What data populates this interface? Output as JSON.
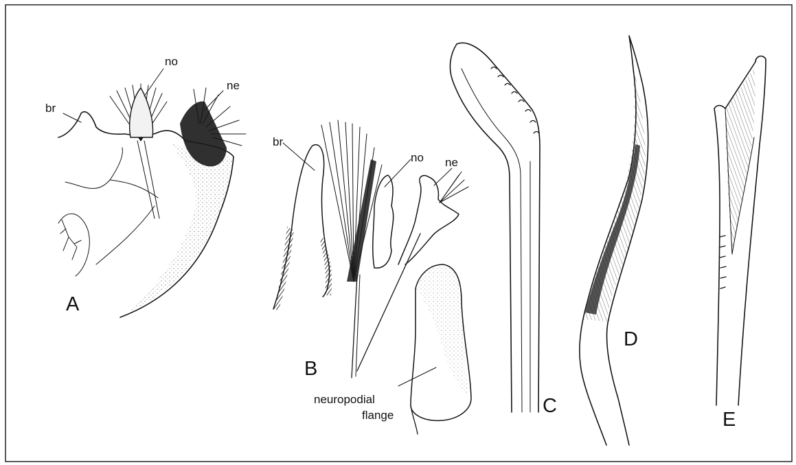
{
  "figure": {
    "panels": [
      {
        "letter": "A",
        "labels": {
          "br": "br",
          "no": "no",
          "ne": "ne"
        }
      },
      {
        "letter": "B",
        "labels": {
          "br": "br",
          "no": "no",
          "ne": "ne",
          "flange_line1": "neuropodial",
          "flange_line2": "flange"
        }
      },
      {
        "letter": "C"
      },
      {
        "letter": "D"
      },
      {
        "letter": "E"
      }
    ]
  },
  "colors": {
    "ink": "#141414",
    "paper": "#ffffff"
  }
}
